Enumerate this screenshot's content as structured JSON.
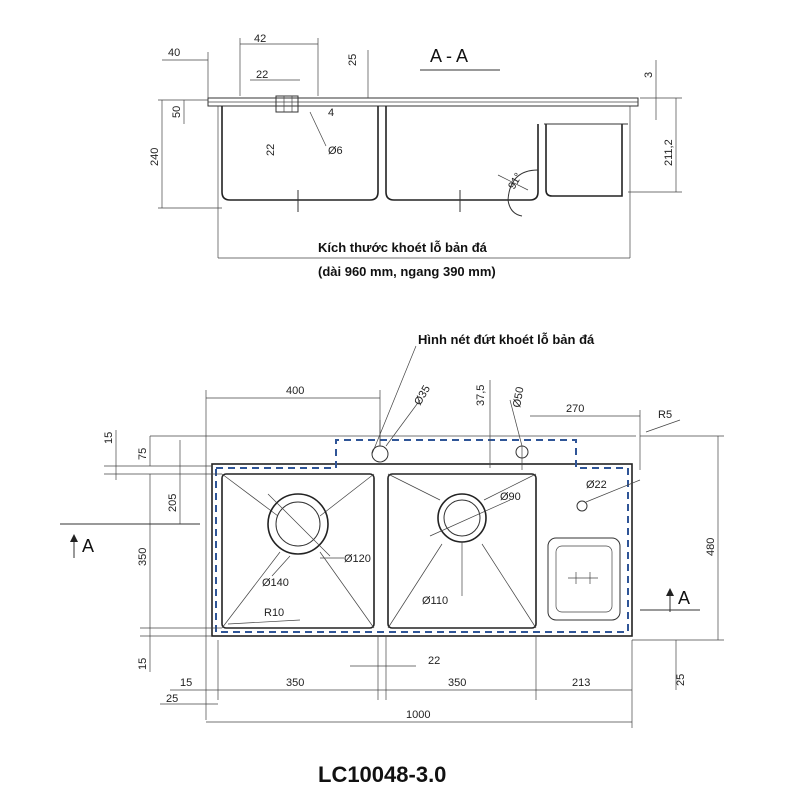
{
  "section_title": "A - A",
  "cutout_note_line1": "Kích thước khoét lỗ bản đá",
  "cutout_note_line2": "(dài 960 mm, ngang 390 mm)",
  "dashed_note": "Hình nét đứt khoét lỗ bản đá",
  "model": "LC10048-3.0",
  "section_marker": "A",
  "top_dims": {
    "d40": "40",
    "d42": "42",
    "d22a": "22",
    "d25": "25",
    "d3": "3",
    "d50": "50",
    "d240": "240",
    "d4": "4",
    "d22b": "22",
    "d6": "Ø6",
    "d211": "211,2",
    "d91": "91°"
  },
  "plan_dims": {
    "d400": "400",
    "d35": "Ø35",
    "d375": "37,5",
    "d50b": "Ø50",
    "d270": "270",
    "r5": "R5",
    "d15top": "15",
    "d75": "75",
    "d205": "205",
    "d350v": "350",
    "d480": "480",
    "d22c": "Ø22",
    "d90": "Ø90",
    "d120": "Ø120",
    "d140": "Ø140",
    "d110": "Ø110",
    "r10": "R10",
    "d15bot": "15",
    "d22d": "22",
    "d25r": "25",
    "d15b": "15",
    "d25b": "25",
    "d350a": "350",
    "d350b": "350",
    "d213": "213",
    "d1000": "1000"
  }
}
